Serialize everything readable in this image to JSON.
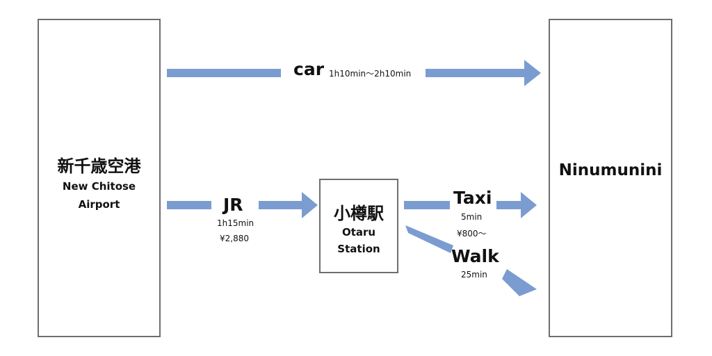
{
  "nodes": {
    "airport": {
      "name_ja": "新千歳空港",
      "name_en_1": "New Chitose",
      "name_en_2": "Airport"
    },
    "destination": {
      "name": "Ninumunini"
    },
    "otaru": {
      "name_ja": "小樽駅",
      "name_en_1": "Otaru",
      "name_en_2": "Station"
    }
  },
  "routes": {
    "car": {
      "mode": "car",
      "time": "1h10min～2h10min"
    },
    "jr": {
      "mode": "JR",
      "time": "1h15min",
      "fare": "¥2,880"
    },
    "taxi": {
      "mode": "Taxi",
      "time": "5min",
      "fare": "¥800～"
    },
    "walk": {
      "mode": "Walk",
      "time": "25min"
    }
  },
  "colors": {
    "arrow": "#7b9cd0",
    "box_border": "#6e6e6e",
    "text": "#111111"
  }
}
